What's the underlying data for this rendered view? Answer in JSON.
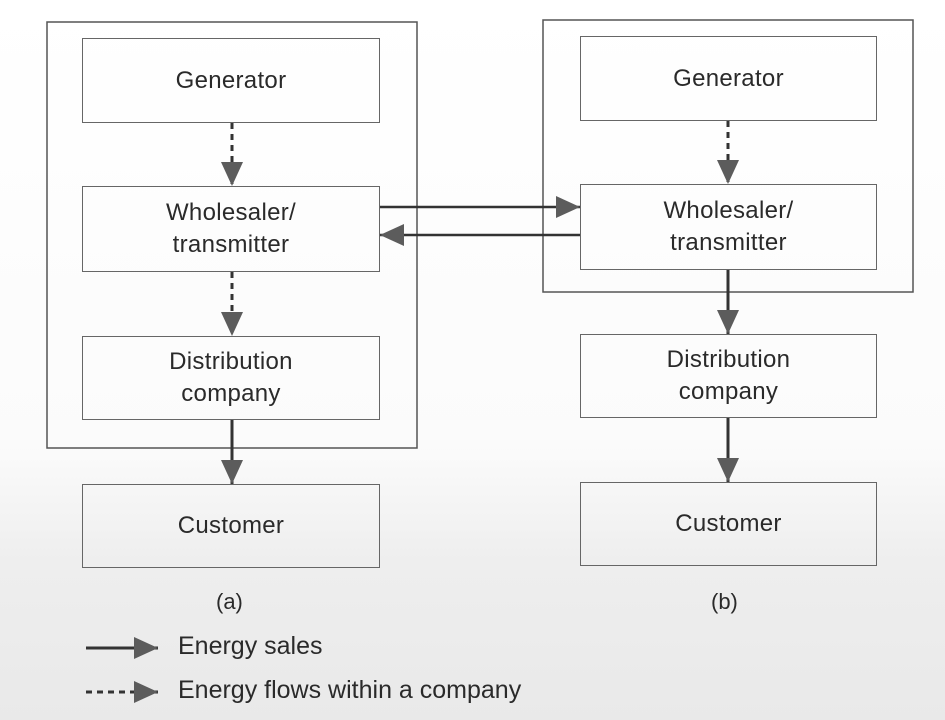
{
  "panel_a": {
    "generator": "Generator",
    "wholesaler": "Wholesaler/\ntransmitter",
    "distribution": "Distribution\ncompany",
    "customer": "Customer",
    "caption": "(a)"
  },
  "panel_b": {
    "generator": "Generator",
    "wholesaler": "Wholesaler/\ntransmitter",
    "distribution": "Distribution\ncompany",
    "customer": "Customer",
    "caption": "(b)"
  },
  "legend": {
    "solid": "Energy sales",
    "dashed": "Energy flows within a company"
  }
}
